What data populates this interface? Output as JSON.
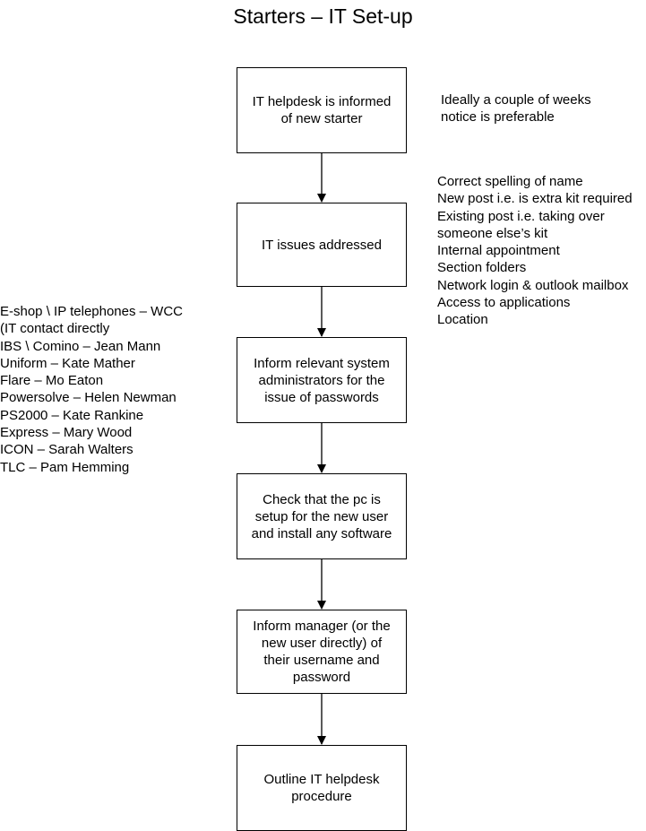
{
  "title": "Starters – IT Set-up",
  "steps": [
    {
      "text": "IT helpdesk is informed\nof new starter"
    },
    {
      "text": "IT issues addressed"
    },
    {
      "text": "Inform relevant system\nadministrators for the\nissue of passwords"
    },
    {
      "text": "Check that the pc is\nsetup for the new user\nand install any software"
    },
    {
      "text": "Inform manager (or the\nnew user directly) of\ntheir username and\npassword"
    },
    {
      "text": "Outline IT helpdesk\nprocedure"
    }
  ],
  "notes": {
    "notice": [
      "Ideally a couple of weeks",
      "notice is preferable"
    ],
    "issues": [
      "Correct spelling of name",
      "New post i.e. is extra kit required",
      "Existing post i.e. taking over",
      "someone else’s kit",
      "Internal appointment",
      "Section folders",
      "Network login & outlook mailbox",
      "Access to applications",
      "Location"
    ],
    "admins": [
      "E-shop \\ IP telephones – WCC",
      "(IT contact directly",
      "IBS \\ Comino – Jean Mann",
      "Uniform – Kate Mather",
      "Flare – Mo Eaton",
      "Powersolve – Helen Newman",
      "PS2000 – Kate Rankine",
      "Express – Mary Wood",
      "ICON – Sarah Walters",
      "TLC – Pam Hemming"
    ]
  }
}
